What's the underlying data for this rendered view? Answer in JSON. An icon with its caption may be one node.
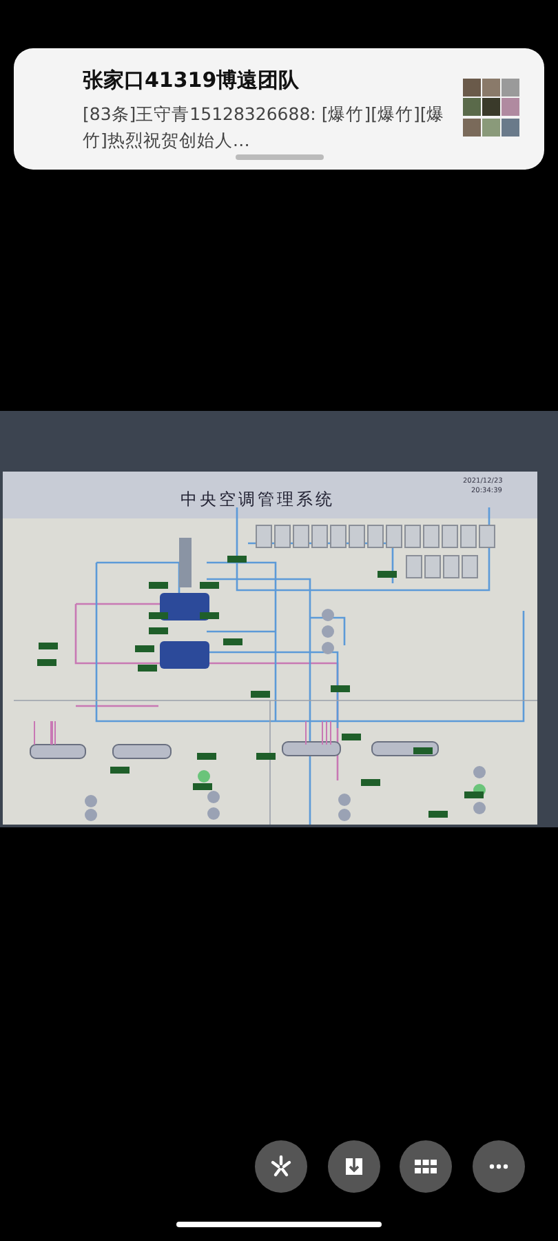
{
  "diagram": {
    "labels": [
      "张家口41319博遠团队",
      "[83条]王守青15128326688: [爆竹][爆竹][爆竹]热烈祝贺创始人…",
      "中央空调管理系统",
      "2021/12/23",
      "20:34:39"
    ]
  }
}
